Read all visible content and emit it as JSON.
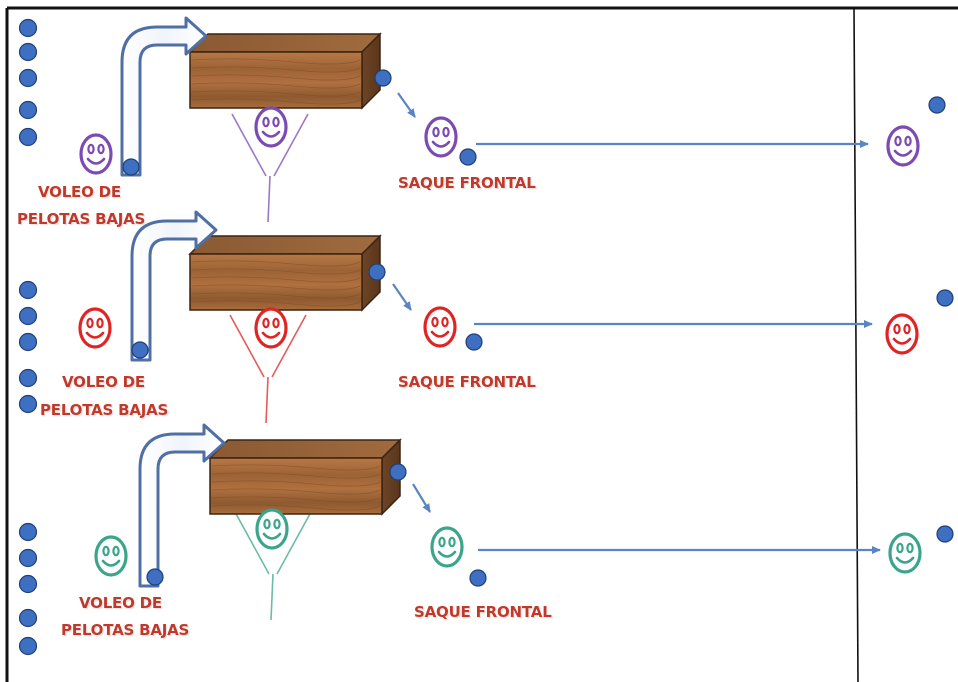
{
  "colors": {
    "purple": "#7b4bb3",
    "red": "#e02424",
    "teal": "#3aa58a",
    "ball": "#3e6fc1",
    "ball_stroke": "#1f3f7a",
    "arrow": "#5b84c4",
    "label": "#c0392b",
    "wood": "#a0673a"
  },
  "rows": [
    {
      "color_key": "purple",
      "drill_label_line1": "VOLEO DE",
      "drill_label_line2": "PELOTAS BAJAS",
      "serve_label": "SAQUE FRONTAL"
    },
    {
      "color_key": "red",
      "drill_label_line1": "VOLEO DE",
      "drill_label_line2": "PELOTAS BAJAS",
      "serve_label": "SAQUE FRONTAL"
    },
    {
      "color_key": "teal",
      "drill_label_line1": "VOLEO DE",
      "drill_label_line2": "PELOTAS BAJAS",
      "serve_label": "SAQUE FRONTAL"
    }
  ],
  "icons": [
    "smiley-face-icon",
    "ball-icon",
    "wooden-box-icon",
    "curved-arrow-icon",
    "pass-arrow-icon"
  ]
}
